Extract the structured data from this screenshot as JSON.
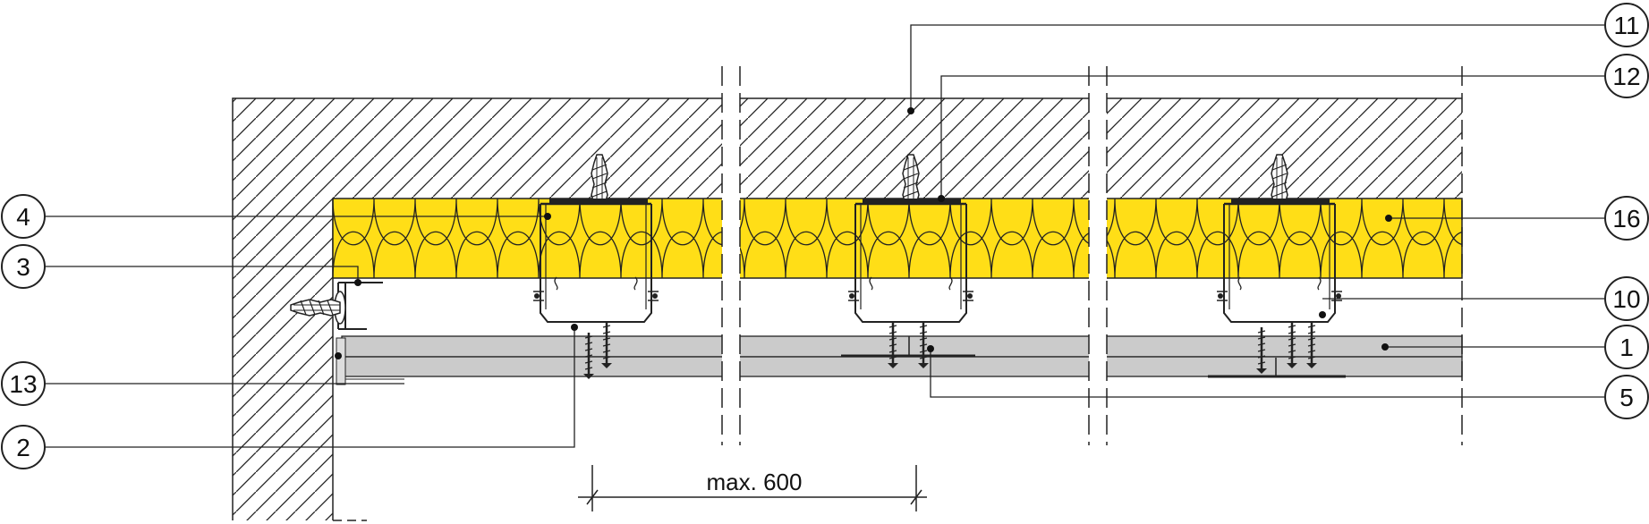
{
  "dimension": {
    "label": "max. 600"
  },
  "callouts": {
    "c1": "1",
    "c2": "2",
    "c3": "3",
    "c4": "4",
    "c5": "5",
    "c10": "10",
    "c11": "11",
    "c12": "12",
    "c13": "13",
    "c16": "16"
  },
  "colors": {
    "insulation": "#FFDE17",
    "board": "#CBCBCB",
    "line": "#222222"
  }
}
